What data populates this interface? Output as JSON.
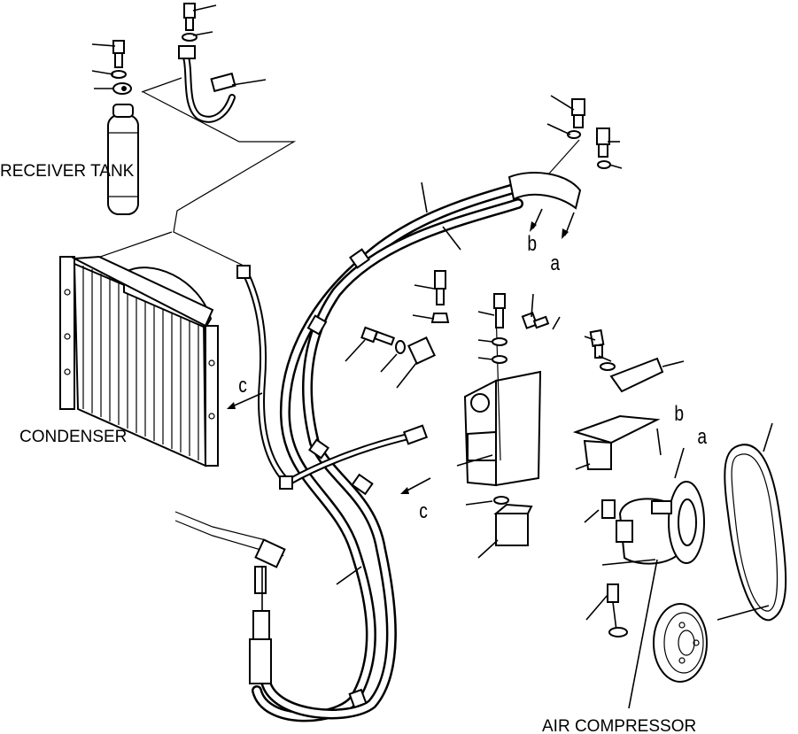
{
  "labels": {
    "receiver_tank": "RECEIVER TANK",
    "condenser": "CONDENSER",
    "air_compressor": "AIR COMPRESSOR"
  },
  "markers": {
    "a_top": "a",
    "b_top": "b",
    "a_right": "a",
    "b_right": "b",
    "c_left": "c",
    "c_bottom": "c"
  }
}
